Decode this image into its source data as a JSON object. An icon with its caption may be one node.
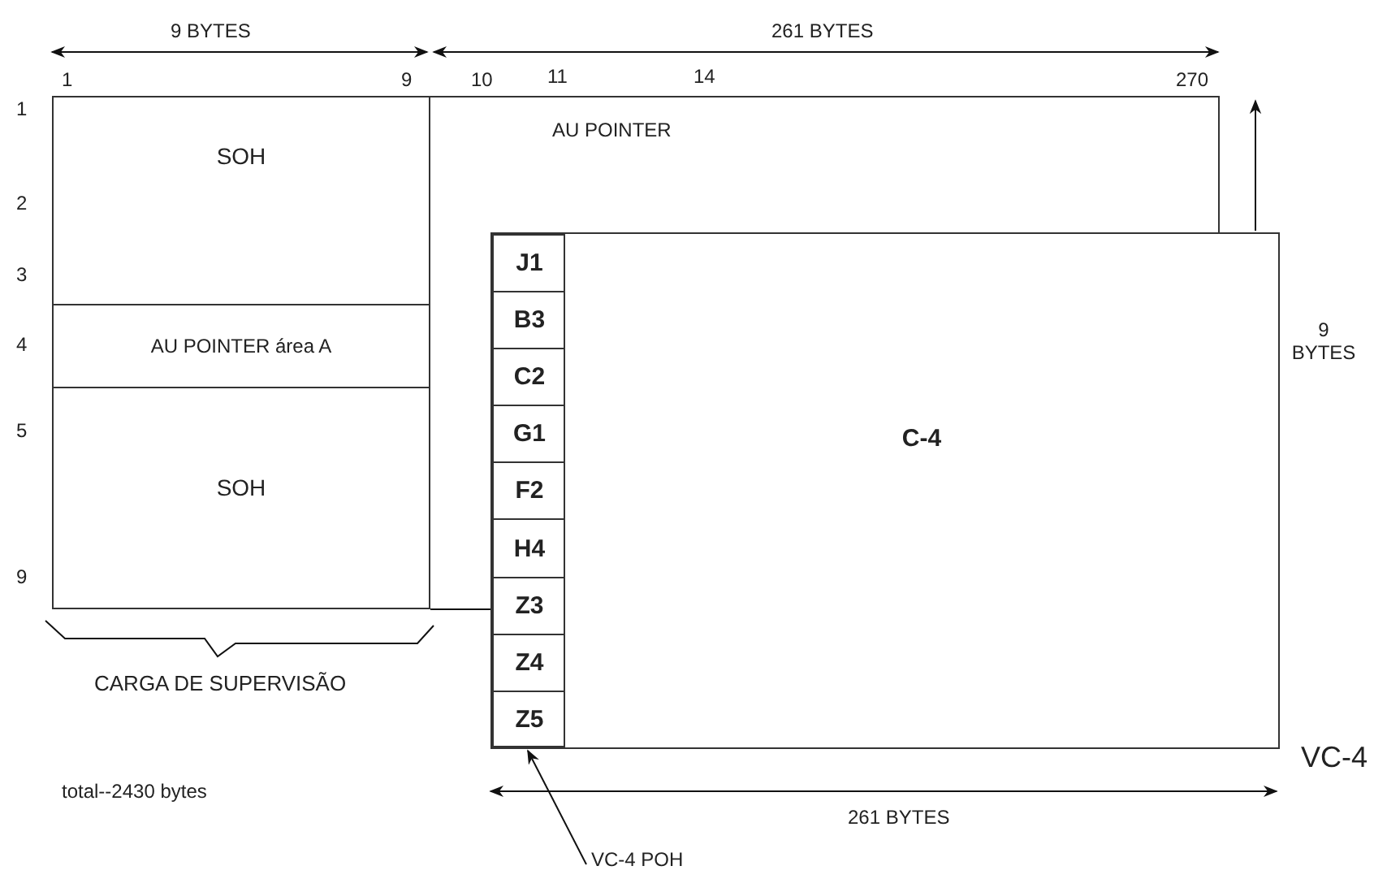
{
  "diagram": {
    "nodes": [
      {
        "text": [
          "SOH"
        ]
      },
      {
        "text": [
          "AU POINTER  área A"
        ]
      },
      {
        "text": [
          "SOH"
        ]
      },
      {
        "text": [
          "AU POINTER"
        ]
      },
      {
        "text": [
          "VC-4"
        ]
      },
      {
        "text": [],
        "shape": "box",
        "in": 4
      },
      {
        "text": [
          "J1"
        ],
        "in": 5
      },
      {
        "text": [
          "B3"
        ],
        "in": 5
      },
      {
        "text": [
          "C2"
        ],
        "in": 5
      },
      {
        "text": [
          "G1"
        ],
        "in": 5
      },
      {
        "text": [
          "F2"
        ],
        "in": 5
      },
      {
        "text": [
          "H4"
        ],
        "in": 5
      },
      {
        "text": [
          "Z3"
        ],
        "in": 5
      },
      {
        "text": [
          "Z4"
        ],
        "in": 5
      },
      {
        "text": [
          "Z5"
        ],
        "in": 5
      },
      {
        "text": [
          "C-4"
        ],
        "in": 4
      },
      {
        "text": [
          "VC-4 POH"
        ]
      }
    ],
    "edges": [
      {
        "from": 16,
        "to": 5,
        "arrow": "to"
      }
    ],
    "labels": [
      "9 BYTES",
      "261 BYTES",
      "1",
      "9",
      "10",
      "11",
      "14",
      "270",
      "1",
      "2",
      "3",
      "4",
      "9 BYTES",
      "5",
      "9",
      "CARGA DE SUPERVISÃO",
      "total--2430 bytes",
      "261 BYTES"
    ]
  }
}
